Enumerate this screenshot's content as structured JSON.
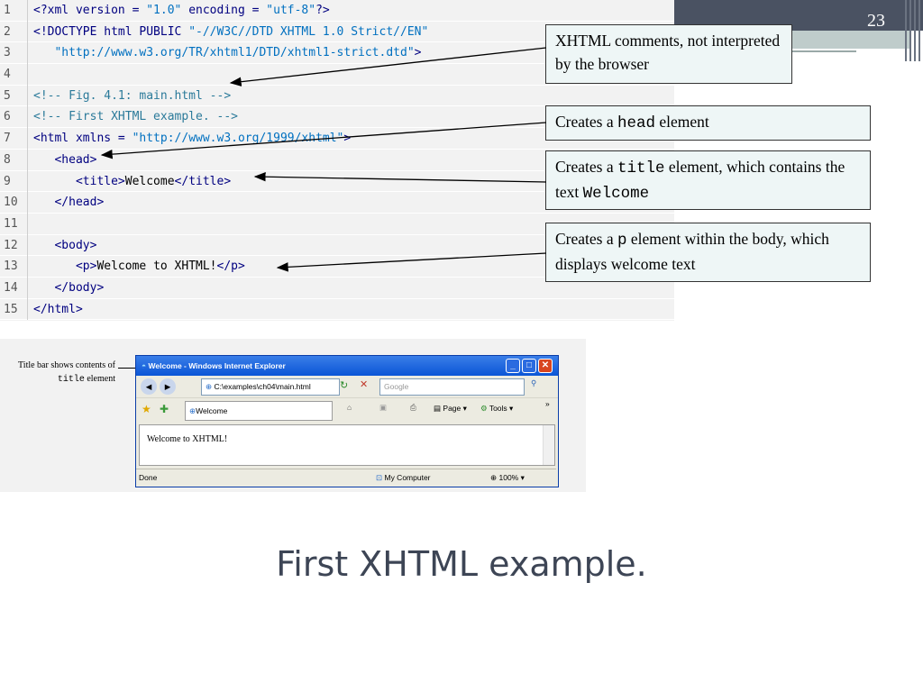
{
  "slide_number": "23",
  "code_lines": [
    {
      "n": "1",
      "p": [
        [
          "kw",
          "<?xml version = "
        ],
        [
          "str",
          "\"1.0\""
        ],
        [
          "kw",
          " encoding = "
        ],
        [
          "str",
          "\"utf-8\""
        ],
        [
          "kw",
          "?>"
        ]
      ]
    },
    {
      "n": "2",
      "p": [
        [
          "kw",
          "<!DOCTYPE html PUBLIC "
        ],
        [
          "str",
          "\"-//W3C//DTD XHTML 1.0 Strict//EN\""
        ]
      ]
    },
    {
      "n": "3",
      "p": [
        [
          "str",
          "   \"http://www.w3.org/TR/xhtml1/DTD/xhtml1-strict.dtd\""
        ],
        [
          "kw",
          ">"
        ]
      ]
    },
    {
      "n": "4",
      "p": []
    },
    {
      "n": "5",
      "p": [
        [
          "cm",
          "<!-- Fig. 4.1: main.html -->"
        ]
      ]
    },
    {
      "n": "6",
      "p": [
        [
          "cm",
          "<!-- First XHTML example. -->"
        ]
      ]
    },
    {
      "n": "7",
      "p": [
        [
          "kw",
          "<html xmlns = "
        ],
        [
          "str",
          "\"http://www.w3.org/1999/xhtml\""
        ],
        [
          "kw",
          ">"
        ]
      ]
    },
    {
      "n": "8",
      "p": [
        [
          "kw",
          "   <head>"
        ]
      ]
    },
    {
      "n": "9",
      "p": [
        [
          "kw",
          "      <title>"
        ],
        [
          "txt",
          "Welcome"
        ],
        [
          "kw",
          "</title>"
        ]
      ]
    },
    {
      "n": "10",
      "p": [
        [
          "kw",
          "   </head>"
        ]
      ]
    },
    {
      "n": "11",
      "p": []
    },
    {
      "n": "12",
      "p": [
        [
          "kw",
          "   <body>"
        ]
      ]
    },
    {
      "n": "13",
      "p": [
        [
          "kw",
          "      <p>"
        ],
        [
          "txt",
          "Welcome to XHTML!"
        ],
        [
          "kw",
          "</p>"
        ]
      ]
    },
    {
      "n": "14",
      "p": [
        [
          "kw",
          "   </body>"
        ]
      ]
    },
    {
      "n": "15",
      "p": [
        [
          "kw",
          "</html>"
        ]
      ]
    }
  ],
  "callouts": {
    "c1": "XHTML comments, not interpreted by the browser",
    "c2": {
      "pre": "Creates a ",
      "code": "head",
      "post": " element"
    },
    "c3": {
      "pre": "Creates a ",
      "code": "title",
      "post": " element, which contains the text ",
      "code2": "Welcome"
    },
    "c4": {
      "pre": "Creates a ",
      "code": "p",
      "post": " element within the body, which displays welcome text"
    }
  },
  "shot_label": {
    "pre": "Title bar shows contents of ",
    "code": "title",
    "post": " element"
  },
  "browser": {
    "title": "Welcome - Windows Internet Explorer",
    "address": "C:\\examples\\ch04\\main.html",
    "search": "Google",
    "tab": "Welcome",
    "page_menu": "Page",
    "tools_menu": "Tools",
    "content": "Welcome to XHTML!",
    "status": "Done",
    "zone": "My Computer",
    "zoom": "100%"
  },
  "caption": "First XHTML example."
}
